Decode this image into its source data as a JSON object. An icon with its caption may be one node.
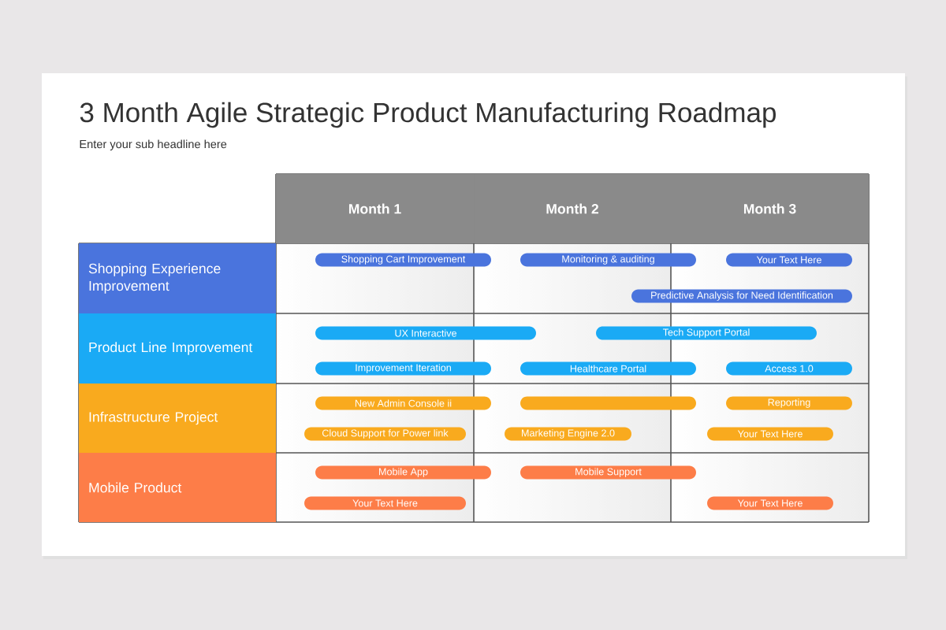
{
  "diagram": {
    "title": "3 Month Agile Strategic Product Manufacturing Roadmap",
    "nodes": [
      {
        "text": [
          "Month 1"
        ]
      },
      {
        "text": [
          "Month 2"
        ]
      },
      {
        "text": [
          "Month 3"
        ]
      },
      {
        "text": [
          "Shopping Experience Improvement"
        ]
      },
      {
        "text": [
          "Shopping Cart Improvement"
        ]
      },
      {
        "text": [
          "Monitoring & auditing"
        ]
      },
      {
        "text": [
          "Your Text Here"
        ]
      },
      {
        "text": [
          "Predictive Analysis for Need Identification"
        ]
      },
      {
        "text": [
          "Product Line Improvement"
        ]
      },
      {
        "text": [
          "UX Interactive"
        ]
      },
      {
        "text": [
          "Tech Support Portal"
        ]
      },
      {
        "text": [
          "Improvement Iteration"
        ]
      },
      {
        "text": [
          "Healthcare Portal"
        ]
      },
      {
        "text": [
          "Access 1.0"
        ]
      },
      {
        "text": [
          "Infrastructure Project"
        ]
      },
      {
        "text": [
          "New Admin Console ii"
        ]
      },
      {
        "text": [],
        "shape": "bar"
      },
      {
        "text": [
          "Reporting"
        ]
      },
      {
        "text": [
          "Cloud Support for Power link"
        ]
      },
      {
        "text": [
          "Marketing Engine 2.0"
        ]
      },
      {
        "text": [
          "Your Text Here"
        ]
      },
      {
        "text": [
          "Mobile Product"
        ]
      },
      {
        "text": [
          "Mobile App"
        ]
      },
      {
        "text": [
          "Mobile Support"
        ]
      },
      {
        "text": [
          "Your Text Here"
        ]
      },
      {
        "text": [
          "Your Text Here"
        ]
      }
    ],
    "labels": [
      "Enter your sub headline here"
    ]
  }
}
